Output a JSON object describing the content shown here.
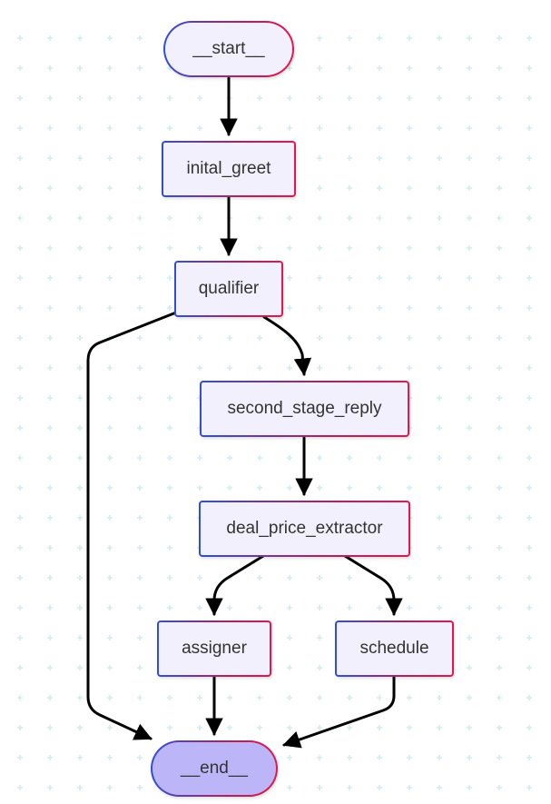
{
  "diagram": {
    "nodes": [
      {
        "id": "start",
        "label": "__start__",
        "kind": "terminal"
      },
      {
        "id": "inital_greet",
        "label": "inital_greet",
        "kind": "step"
      },
      {
        "id": "qualifier",
        "label": "qualifier",
        "kind": "step"
      },
      {
        "id": "second_stage_reply",
        "label": "second_stage_reply",
        "kind": "step"
      },
      {
        "id": "deal_price_extractor",
        "label": "deal_price_extractor",
        "kind": "step"
      },
      {
        "id": "assigner",
        "label": "assigner",
        "kind": "step"
      },
      {
        "id": "schedule",
        "label": "schedule",
        "kind": "step"
      },
      {
        "id": "end",
        "label": "__end__",
        "kind": "terminal"
      }
    ],
    "edges": [
      {
        "from": "start",
        "to": "inital_greet"
      },
      {
        "from": "inital_greet",
        "to": "qualifier"
      },
      {
        "from": "qualifier",
        "to": "second_stage_reply"
      },
      {
        "from": "qualifier",
        "to": "end"
      },
      {
        "from": "second_stage_reply",
        "to": "deal_price_extractor"
      },
      {
        "from": "deal_price_extractor",
        "to": "assigner"
      },
      {
        "from": "deal_price_extractor",
        "to": "schedule"
      },
      {
        "from": "assigner",
        "to": "end"
      },
      {
        "from": "schedule",
        "to": "end"
      }
    ],
    "colors": {
      "node_fill": "#f2f0fd",
      "end_fill": "#bcb6f8",
      "border_start": "#2f4fd8",
      "border_end": "#e8154e",
      "edge": "#000000",
      "grid_marks": "#d2ecee"
    }
  }
}
